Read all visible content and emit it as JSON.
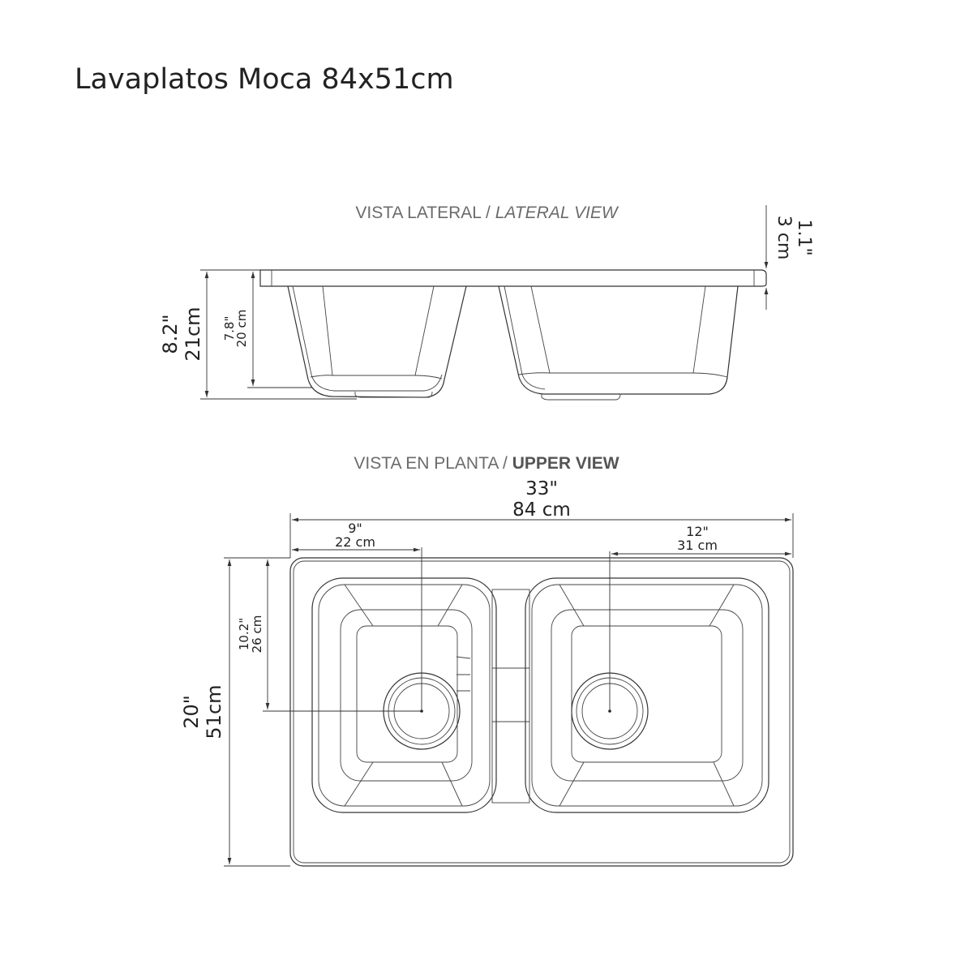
{
  "title": "Lavaplatos Moca 84x51cm",
  "lateral_view": {
    "heading": "VISTA LATERAL / ",
    "heading_en": "LATERAL VIEW",
    "total_height_in": "8.2\"",
    "total_height_cm": "21cm",
    "bowl_depth_in": "7.8\"",
    "bowl_depth_cm": "20 cm",
    "rim_in": "1.1\"",
    "rim_cm": "3 cm"
  },
  "upper_view": {
    "heading": "VISTA EN PLANTA / ",
    "heading_en": "UPPER VIEW",
    "width_in": "33\"",
    "width_cm": "84 cm",
    "left_drain_in": "9\"",
    "left_drain_cm": "22 cm",
    "right_drain_in": "12\"",
    "right_drain_cm": "31 cm",
    "depth_in": "20\"",
    "depth_cm": "51cm",
    "drain_offset_in": "10.2\"",
    "drain_offset_cm": "26 cm"
  }
}
